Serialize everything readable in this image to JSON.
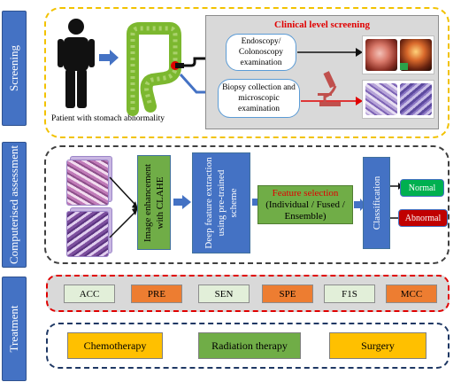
{
  "side_labels": {
    "screening": "Screening",
    "computerised": "Computerised assessment",
    "treatment": "Treatment"
  },
  "screening": {
    "patient_caption": "Patient with stomach abnormality",
    "clinical_title": "Clinical level screening",
    "endoscopy_text": "Endoscopy/ Colonoscopy examination",
    "biopsy_text": "Biopsy collection and microscopic examination"
  },
  "computerised": {
    "clahe_text": "Image enhancement with CLAHE",
    "deep_feature_text": "Deep feature extraction using pre-trained scheme",
    "feature_selection_title": "Feature selection",
    "feature_selection_options": "(Individual / Fused / Ensemble)",
    "classification_text": "Classification",
    "normal_label": "Normal",
    "abnormal_label": "Abnormal"
  },
  "metrics": [
    "ACC",
    "PRE",
    "SEN",
    "SPE",
    "F1S",
    "MCC"
  ],
  "treatment": {
    "chemo": "Chemotherapy",
    "radiation": "Radiation therapy",
    "surgery": "Surgery"
  },
  "colors": {
    "side_label_blue": "#4472c4",
    "green_box": "#70ad47",
    "orange_box": "#ed7d31",
    "yellow_box": "#ffc000",
    "normal_green": "#00b050",
    "abnormal_red": "#c00000",
    "screening_border": "#f2c200",
    "computerised_border": "#404040",
    "metrics_border": "#e00000",
    "treatment_border": "#1f3864"
  },
  "icons": [
    "person-icon",
    "colon-icon",
    "microscope-icon",
    "arrow-icon"
  ]
}
